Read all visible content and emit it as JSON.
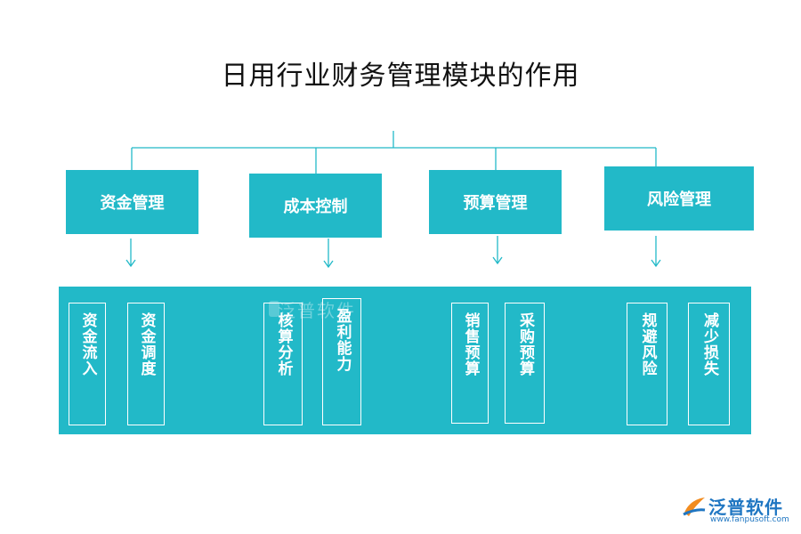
{
  "title": "日用行业财务管理模块的作用",
  "modules": [
    {
      "label": "资金管理",
      "items": [
        "资金流入",
        "资金调度"
      ]
    },
    {
      "label": "成本控制",
      "items": [
        "核算分析",
        "盈利能力"
      ]
    },
    {
      "label": "预算管理",
      "items": [
        "销售预算",
        "采购预算"
      ]
    },
    {
      "label": "风险管理",
      "items": [
        "规避风险",
        "减少损失"
      ]
    }
  ],
  "watermark": "泛普软件",
  "logo": {
    "name": "泛普软件",
    "url": "www.fanpusoft.com"
  },
  "colors": {
    "box": "#22b9c8",
    "line": "#22b9c8",
    "text": "#ffffff",
    "logo": "#1f76c2"
  }
}
